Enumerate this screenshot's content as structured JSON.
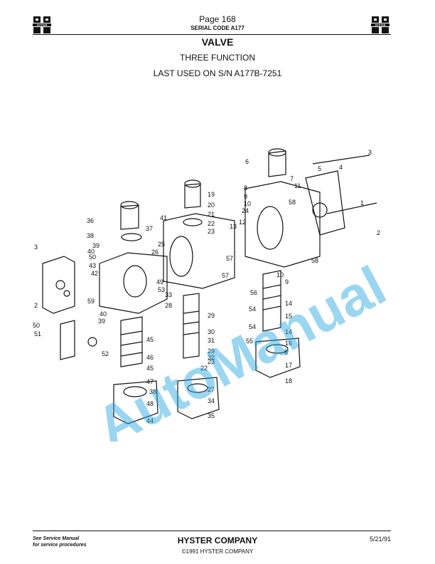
{
  "header": {
    "logo_text": "HYSTER",
    "page": "Page 168",
    "serial_code": "SERIAL CODE A177"
  },
  "title": "VALVE",
  "subtitle": "THREE FUNCTION",
  "serial_range": "LAST USED ON S/N A177B-7251",
  "diagram": {
    "watermark": "AutoManual",
    "watermark_color": "#1fa3e0",
    "callouts": [
      "1",
      "2",
      "2",
      "3",
      "3",
      "4",
      "5",
      "6",
      "7",
      "8",
      "8",
      "9",
      "9",
      "10",
      "10",
      "11",
      "12",
      "13",
      "14",
      "14",
      "15",
      "16",
      "17",
      "18",
      "19",
      "20",
      "21",
      "22",
      "22",
      "23",
      "23",
      "24",
      "25",
      "26",
      "27",
      "28",
      "29",
      "29",
      "30",
      "31",
      "32",
      "33",
      "34",
      "35",
      "36",
      "37",
      "38",
      "38",
      "39",
      "39",
      "40",
      "40",
      "41",
      "42",
      "43",
      "44",
      "45",
      "45",
      "46",
      "47",
      "48",
      "49",
      "50",
      "50",
      "51",
      "52",
      "53",
      "54",
      "54",
      "55",
      "56",
      "57",
      "57",
      "58",
      "58",
      "59"
    ]
  },
  "footer": {
    "note_line1": "See Service Manual",
    "note_line2": "for service procedures",
    "company": "HYSTER COMPANY",
    "copyright": "©1991 HYSTER COMPANY",
    "date": "5/21/91"
  }
}
